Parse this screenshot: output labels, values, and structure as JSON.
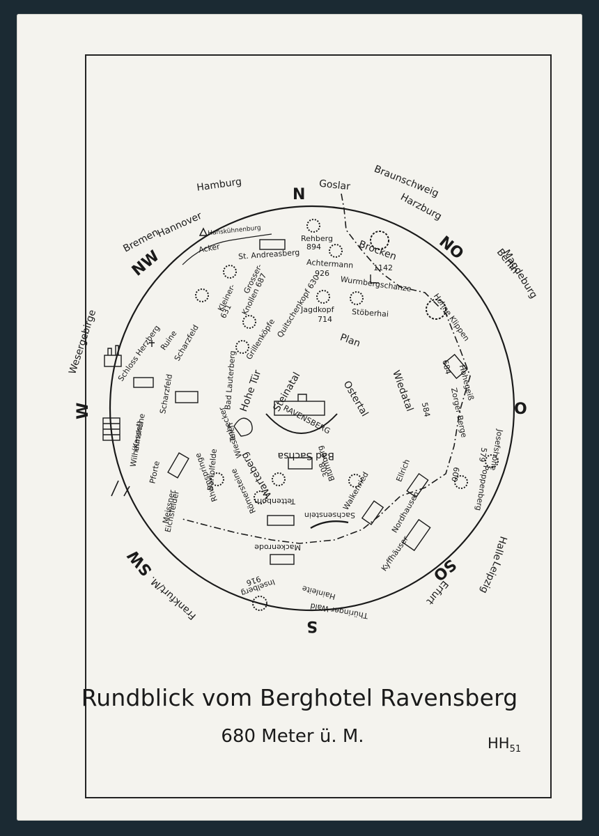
{
  "directions": {
    "n": "N",
    "no": "NO",
    "o": "O",
    "so": "SO",
    "s": "S",
    "sw": "SW",
    "w": "W",
    "nw": "NW"
  },
  "cities": {
    "hamburg": "Hamburg",
    "bremen": "Bremen",
    "hannover": "Hannover",
    "goslar": "Goslar",
    "braunschweig": "Braunschweig",
    "harzburg": "Harzburg",
    "berlin": "Berlin",
    "magdeburg": "Magdeburg",
    "wesergebirge": "Wesergebirge",
    "halle": "Halle",
    "leipzig": "Leipzig",
    "erfurt": "Erfurt",
    "frankfurt": "Frankfurt/M."
  },
  "places": {
    "hanskuhnenburg": "Hanskühnenburg",
    "acker": "Acker",
    "st_andreasberg": "St. Andreasberg",
    "rehberg": "Rehberg",
    "rehberg_h": "894",
    "brocken": "Brocken",
    "brocken_h": "1142",
    "achtermann": "Achtermann",
    "achtermann_h": "926",
    "wurmbergschanze": "Wurmbergschanze",
    "stoeberhai": "Stöberhai",
    "jagdkopf": "Jagdkopf",
    "jagdkopf_h": "714",
    "quitschenkopf": "Quitschenkopf 630",
    "grillenkoepfe": "Grillenköpfe",
    "kleiner": "Kleiner-",
    "kleiner_h": "631",
    "grosser": "Grosser-",
    "knollen": "Knollen 687",
    "ruine": "Ruine",
    "scharzfeld_r": "Scharzfeld",
    "schloss_herzberg": "Schloss Herzberg",
    "scharzfeld": "Scharzfeld",
    "bad_lauterberg": "Bad Lauterberg",
    "hohe_tuer": "Hohe Tür",
    "steinatal": "Steinatal",
    "plan": "Plan",
    "ostertal": "Ostertal",
    "wiedatal": "Wiedatal",
    "hohne_klippen": "Hohne Klippen",
    "hohegeiss": "Hohegeiß",
    "hohegeiss_h": "684",
    "zorger_berge": "Zorger Berge",
    "zorger_h": "584",
    "wilhelmshoehe": "Wilhelmshöhe",
    "kassel": "(Kassel)",
    "teich": "Teich",
    "wiesenbecker": "Wiesenbecker",
    "ravensberg": "RAVENSBERG",
    "bad_sachsa": "Bad Sachsa",
    "bartolfelde": "Bartolfelde",
    "rhumspringe": "Rhumspringe",
    "warteberg": "Warteberg",
    "roemersteine": "Römersteine",
    "blumberg": "Blumberg",
    "blumberg_h": "308",
    "josefshoehe": "Josefshöhe",
    "josefs_h": "579",
    "poppenberg": "Poppenberg",
    "poppenberg_h": "600",
    "ellrich": "Ellrich",
    "meissner": "Meissner",
    "eichsfelder": "Eichsfelder",
    "pforte": "Pforte",
    "tettenborn": "Tettenborn",
    "walkenried": "Walkenried",
    "sachsenstein": "Sachsenstein",
    "nordhausen": "Nordhausen",
    "kyffhaeuser": "Kyffhäuser",
    "mackenrode": "Mackenrode",
    "hainleite": "Hainleite",
    "inselberg": "Inselberg",
    "inselberg_h": "916",
    "thueringer_wald": "Thüringer Wald"
  },
  "title": "Rundblick vom Berghotel Ravensberg",
  "subtitle": "680 Meter ü. M.",
  "signature": "H",
  "signature_year": "51"
}
